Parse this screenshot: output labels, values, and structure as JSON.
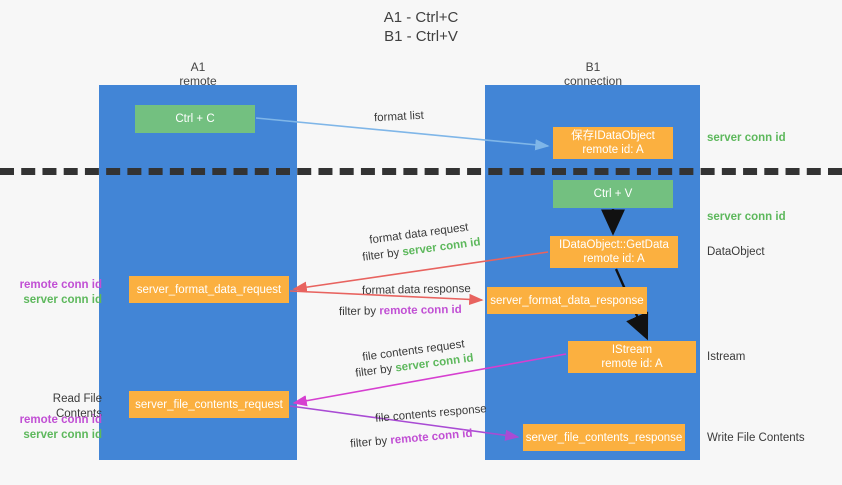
{
  "title": {
    "line1": "A1 - Ctrl+C",
    "line2": "B1 - Ctrl+V"
  },
  "columns": [
    {
      "name": "A1",
      "sub": "remote"
    },
    {
      "name": "B1",
      "sub": "connection"
    }
  ],
  "nodes": {
    "ctrl_c": {
      "label": "Ctrl + C",
      "color": "#73c080"
    },
    "save_idataobject": {
      "label": "保存IDataObject",
      "sub": "remote id: A",
      "color": "#fbb040"
    },
    "ctrl_v": {
      "label": "Ctrl + V",
      "color": "#73c080"
    },
    "getdata": {
      "label": "IDataObject::GetData",
      "sub": "remote id: A",
      "color": "#fbb040"
    },
    "format_data_request": {
      "label": "server_format_data_request",
      "color": "#fbb040"
    },
    "format_data_response": {
      "label": "server_format_data_response",
      "color": "#fbb040"
    },
    "istream": {
      "label": "IStream",
      "sub": "remote id: A",
      "color": "#fbb040"
    },
    "file_contents_request": {
      "label": "server_file_contents_request",
      "color": "#fbb040"
    },
    "file_contents_response": {
      "label": "server_file_contents_response",
      "color": "#fbb040"
    }
  },
  "edges": {
    "format_list": {
      "caption": "format list"
    },
    "format_data_request": {
      "caption": "format data request",
      "filter_prefix": "filter by",
      "filter_key": "server conn id"
    },
    "format_data_response": {
      "caption": "format data response",
      "filter_prefix": "filter by",
      "filter_key": "remote conn id"
    },
    "file_contents_request": {
      "caption": "file contents request",
      "filter_prefix": "filter by",
      "filter_key": "server conn id"
    },
    "file_contents_response": {
      "caption": "file contents response",
      "filter_prefix": "filter by",
      "filter_key": "remote conn id"
    }
  },
  "annotations": {
    "right": {
      "server_conn_id_top": "server conn id",
      "server_conn_id_mid": "server conn id",
      "dataobject": "DataObject",
      "istream": "Istream",
      "write_file_contents": "Write File Contents"
    },
    "left": {
      "remote_conn_id_1": "remote conn id",
      "server_conn_id_1": "server conn id",
      "read_file_contents": "Read File Contents",
      "remote_conn_id_2": "remote conn id",
      "server_conn_id_2": "server conn id"
    }
  },
  "colors": {
    "lane": "#4285d6",
    "green_box": "#73c080",
    "orange_box": "#fbb040",
    "green_text": "#5db85c",
    "purple_text": "#c14fd4",
    "arrow_lightblue": "#7fb6e8",
    "arrow_red": "#e8635f",
    "arrow_magenta": "#d63fd0",
    "arrow_purple": "#a94bd4",
    "arrow_black": "#111111",
    "divider": "#333333",
    "background": "#f7f7f7"
  }
}
